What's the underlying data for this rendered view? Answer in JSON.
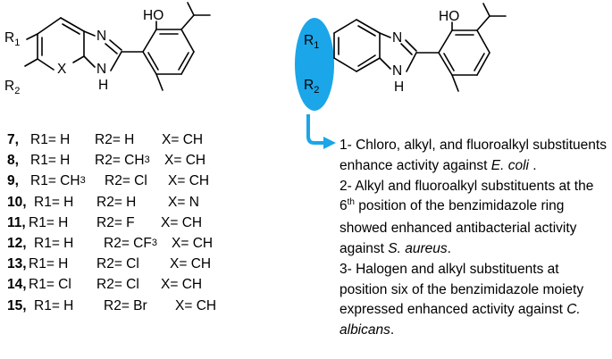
{
  "structure": {
    "oh_label": "HO",
    "n_label": "N",
    "nh_label": "N",
    "h_label": "H",
    "x_label": "X",
    "r1_label": "R",
    "r1_sub": "1",
    "r2_label": "R",
    "r2_sub": "2",
    "highlight_color": "#1aa6e8",
    "arrow_color": "#1aa6e8"
  },
  "compounds": [
    {
      "num": "7,",
      "r1": "R1= H",
      "r2": "R2= H",
      "x": "X= CH"
    },
    {
      "num": "8,",
      "r1": "R1= H",
      "r2": "R2= CH",
      "r2_sub": "3",
      "x": "X= CH"
    },
    {
      "num": "9,",
      "r1": "R1= CH",
      "r1_sub": "3",
      "r2": "R2= Cl",
      "x": "X= CH"
    },
    {
      "num": "10,",
      "r1": "R1= H",
      "r2": "R2= H",
      "x": "X= N"
    },
    {
      "num": "11,",
      "r1": "R1= H",
      "r2": "R2= F",
      "x": "X= CH"
    },
    {
      "num": "12,",
      "r1": "R1= H",
      "r2": "R2= CF",
      "r2_sub": "3",
      "x": "X= CH"
    },
    {
      "num": "13,",
      "r1": "R1= H",
      "r2": "R2= Cl",
      "x": "X= CH"
    },
    {
      "num": "14,",
      "r1": "R1= Cl",
      "r2": "R2= Cl",
      "x": "X= CH"
    },
    {
      "num": "15,",
      "r1": "R1= H",
      "r2": "R2= Br",
      "x": "X= CH"
    }
  ],
  "notes": {
    "n1_text": "1- Chloro, alkyl, and fluoroalkyl substituents enhance activity against ",
    "n1_species": "E. coli",
    "n1_end": " .",
    "n2_text_a": "2- Alkyl and fluoroalkyl substituents at the 6",
    "n2_sup": "th",
    "n2_text_b": " position of the benzimidazole ring showed enhanced antibacterial activity against ",
    "n2_species": "S. aureus",
    "n2_end": ".",
    "n3_text": "3- Halogen and alkyl substituents at position six of the benzimidazole moiety expressed enhanced activity against ",
    "n3_species": "C. albicans",
    "n3_end": "."
  }
}
